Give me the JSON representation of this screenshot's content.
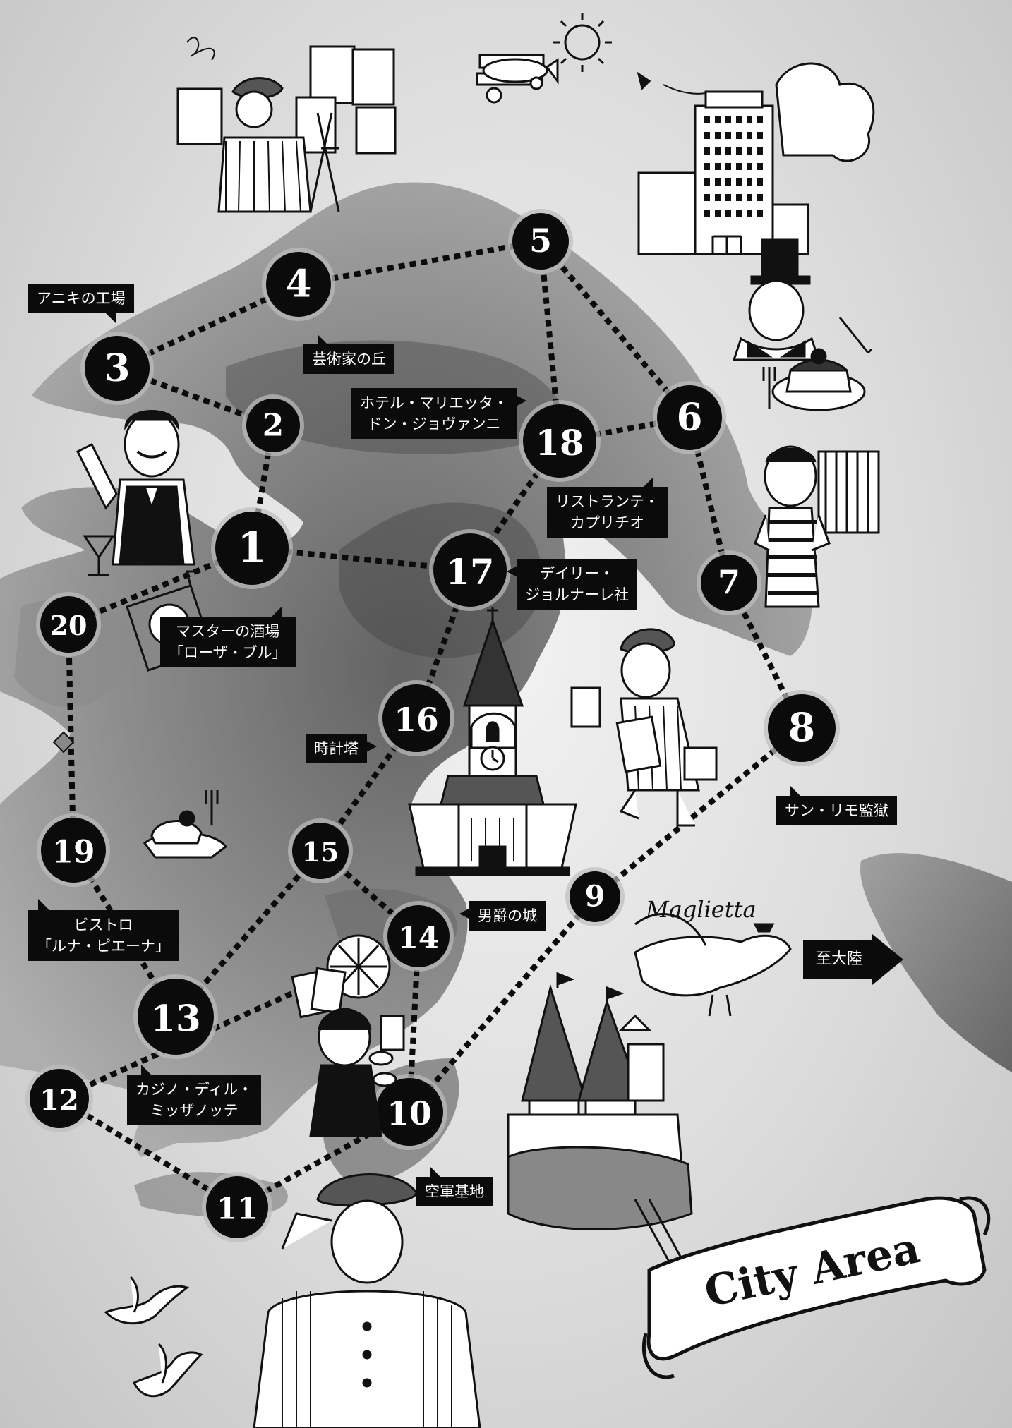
{
  "map": {
    "title": "City Area",
    "signpost_text": "Maglietta",
    "continent_label": "至大陸",
    "nodes": [
      {
        "n": "1"
      },
      {
        "n": "2"
      },
      {
        "n": "3"
      },
      {
        "n": "4"
      },
      {
        "n": "5"
      },
      {
        "n": "6"
      },
      {
        "n": "7"
      },
      {
        "n": "8"
      },
      {
        "n": "9"
      },
      {
        "n": "10"
      },
      {
        "n": "11"
      },
      {
        "n": "12"
      },
      {
        "n": "13"
      },
      {
        "n": "14"
      },
      {
        "n": "15"
      },
      {
        "n": "16"
      },
      {
        "n": "17"
      },
      {
        "n": "18"
      },
      {
        "n": "19"
      },
      {
        "n": "20"
      }
    ],
    "routes": [
      [
        "1",
        "2"
      ],
      [
        "2",
        "3"
      ],
      [
        "3",
        "4"
      ],
      [
        "4",
        "5"
      ],
      [
        "5",
        "18"
      ],
      [
        "5",
        "6"
      ],
      [
        "6",
        "18"
      ],
      [
        "6",
        "7"
      ],
      [
        "7",
        "8"
      ],
      [
        "8",
        "9"
      ],
      [
        "9",
        "10"
      ],
      [
        "10",
        "11"
      ],
      [
        "11",
        "12"
      ],
      [
        "12",
        "14"
      ],
      [
        "13",
        "19"
      ],
      [
        "13",
        "15"
      ],
      [
        "15",
        "16"
      ],
      [
        "16",
        "17"
      ],
      [
        "17",
        "18"
      ],
      [
        "1",
        "17"
      ],
      [
        "1",
        "20"
      ],
      [
        "20",
        "19"
      ],
      [
        "15",
        "14"
      ],
      [
        "14",
        "10"
      ]
    ],
    "labels": [
      {
        "node": "3",
        "lines": [
          "アニキの工場"
        ]
      },
      {
        "node": "4",
        "lines": [
          "芸術家の丘"
        ]
      },
      {
        "node": "18",
        "lines": [
          "ホテル・マリエッタ・",
          "ドン・ジョヴァンニ"
        ]
      },
      {
        "node": "6",
        "lines": [
          "リストランテ・",
          "カプリチオ"
        ]
      },
      {
        "node": "17",
        "lines": [
          "デイリー・",
          "ジョルナーレ社"
        ]
      },
      {
        "node": "1",
        "lines": [
          "マスターの酒場",
          "「ローザ・ブル」"
        ]
      },
      {
        "node": "16",
        "lines": [
          "時計塔"
        ]
      },
      {
        "node": "8",
        "lines": [
          "サン・リモ監獄"
        ]
      },
      {
        "node": "14",
        "lines": [
          "男爵の城"
        ]
      },
      {
        "node": "19",
        "lines": [
          "ビストロ",
          "「ルナ・ピエーナ」"
        ]
      },
      {
        "node": "13",
        "lines": [
          "カジノ・ディル・",
          "ミッザノッテ"
        ]
      },
      {
        "node": "10",
        "lines": [
          "空軍基地"
        ]
      }
    ],
    "illustrations": [
      {
        "name": "artist-illustration"
      },
      {
        "name": "biplane-illustration"
      },
      {
        "name": "sun-illustration"
      },
      {
        "name": "hotel-building-illustration"
      },
      {
        "name": "top-hat-gentleman-illustration"
      },
      {
        "name": "cake-illustration"
      },
      {
        "name": "bartender-illustration"
      },
      {
        "name": "prisoner-illustration"
      },
      {
        "name": "clock-tower-illustration"
      },
      {
        "name": "newsboy-illustration"
      },
      {
        "name": "bistro-sign-illustration"
      },
      {
        "name": "bird-signpost-illustration"
      },
      {
        "name": "casino-girl-illustration"
      },
      {
        "name": "castle-illustration"
      },
      {
        "name": "soldier-illustration"
      },
      {
        "name": "birds-illustration"
      }
    ]
  }
}
